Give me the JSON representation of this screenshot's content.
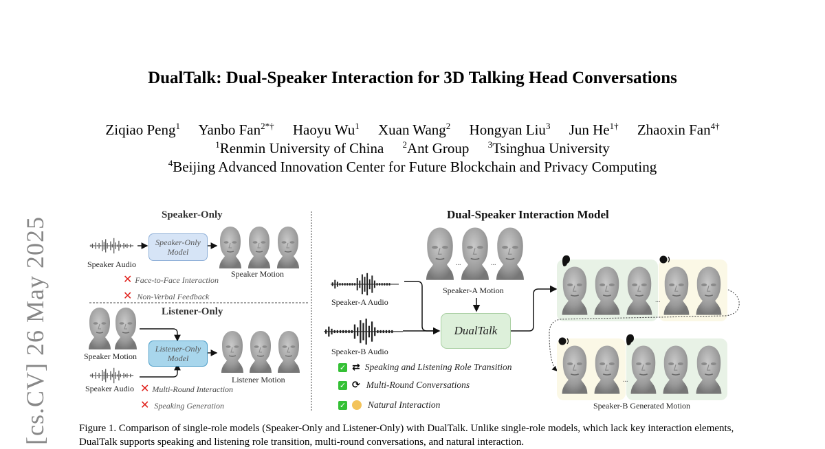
{
  "paper": {
    "title": "DualTalk: Dual-Speaker Interaction for 3D Talking Head Conversations",
    "authors": [
      {
        "name": "Ziqiao Peng",
        "sup": "1"
      },
      {
        "name": "Yanbo Fan",
        "sup": "2*†"
      },
      {
        "name": "Haoyu Wu",
        "sup": "1"
      },
      {
        "name": "Xuan Wang",
        "sup": "2"
      },
      {
        "name": "Hongyan Liu",
        "sup": "3"
      },
      {
        "name": "Jun He",
        "sup": "1†"
      },
      {
        "name": "Zhaoxin Fan",
        "sup": "4†"
      }
    ],
    "affiliations": [
      {
        "sup": "1",
        "name": "Renmin University of China"
      },
      {
        "sup": "2",
        "name": "Ant Group"
      },
      {
        "sup": "3",
        "name": "Tsinghua University"
      },
      {
        "sup": "4",
        "name": "Beijing Advanced Innovation Center for Future Blockchain and Privacy Computing"
      }
    ],
    "arxiv_side_label": "[cs.CV]  26 May 2025",
    "caption": "Figure 1. Comparison of single-role models (Speaker-Only and Listener-Only) with DualTalk. Unlike single-role models, which lack key interaction elements, DualTalk supports speaking and listening role transition, multi-round conversations, and natural interaction."
  },
  "figure": {
    "speaker_only": {
      "header": "Speaker-Only",
      "audio_label": "Speaker Audio",
      "model_label_1": "Speaker-Only",
      "model_label_2": "Model",
      "output_label": "Speaker Motion",
      "missing": [
        "Face-to-Face Interaction",
        "Non-Verbal Feedback"
      ]
    },
    "listener_only": {
      "header": "Listener-Only",
      "motion_input_label": "Speaker Motion",
      "audio_label": "Speaker Audio",
      "model_label_1": "Listener-Only",
      "model_label_2": "Model",
      "output_label": "Listener Motion",
      "missing": [
        "Multi-Round Interaction",
        "Speaking Generation"
      ]
    },
    "dual": {
      "header": "Dual-Speaker Interaction Model",
      "speaker_a_motion": "Speaker-A Motion",
      "speaker_a_audio": "Speaker-A  Audio",
      "speaker_b_audio": "Speaker-B  Audio",
      "model_label": "DualTalk",
      "output_label": "Speaker-B Generated Motion",
      "features": [
        {
          "icon": "swap-arrows-icon",
          "glyph": "⇄",
          "label": "Speaking and Listening Role Transition"
        },
        {
          "icon": "refresh-cycle-icon",
          "glyph": "⟳",
          "label": "Multi-Round Conversations"
        },
        {
          "icon": "grin-emoji-icon",
          "glyph": "😁",
          "label": "Natural Interaction"
        }
      ],
      "ellipsis": "..."
    },
    "glyphs": {
      "cross": "✕",
      "check": "✓"
    },
    "colors": {
      "speaker_only_box": "#d6e4f6",
      "listener_only_box": "#a8d6ec",
      "dualtalk_box": "#ddf0da",
      "cross": "#e0201b",
      "check": "#34c035",
      "listening_panel": "#e8f2e6",
      "speaking_panel": "#fbf8e6"
    }
  }
}
